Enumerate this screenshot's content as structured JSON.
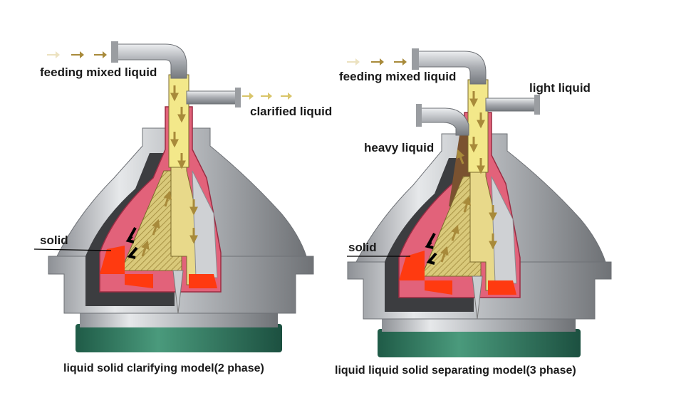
{
  "left_model": {
    "inlet_label": "feeding mixed liquid",
    "outlet_label": "clarified liquid",
    "solid_label": "solid",
    "caption": "liquid solid clarifying model(2 phase)"
  },
  "right_model": {
    "inlet_label": "feeding mixed liquid",
    "light_outlet_label": "light liquid",
    "heavy_outlet_label": "heavy liquid",
    "solid_label": "solid",
    "caption": "liquid liquid solid separating model(3 phase)"
  },
  "colors": {
    "casing_gray": "#b9bcc0",
    "bowl_red": "#e2627a",
    "solid_orange": "#ff3a10",
    "flow_yellow": "#f3e88a",
    "arrow_tan": "#a88a3a",
    "base_green": "#2e7f64"
  }
}
